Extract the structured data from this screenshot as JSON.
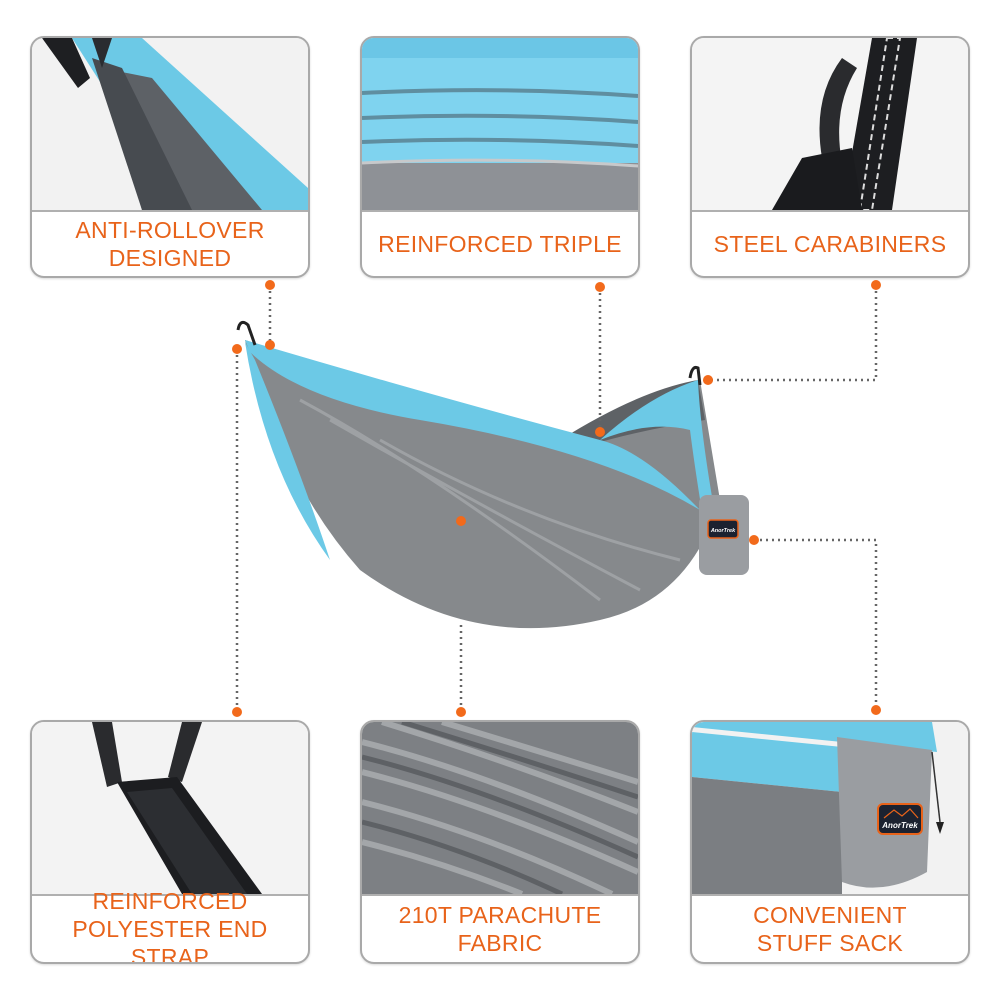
{
  "features": [
    {
      "label_line1": "ANTI-ROLLOVER",
      "label_line2": "DESIGNED"
    },
    {
      "label_line1": "REINFORCED TRIPLE",
      "label_line2": ""
    },
    {
      "label_line1": "STEEL CARABINERS",
      "label_line2": ""
    },
    {
      "label_line1": "REINFORCED",
      "label_line2": "POLYESTER END STRAP"
    },
    {
      "label_line1": "210T PARACHUTE",
      "label_line2": "FABRIC"
    },
    {
      "label_line1": "CONVENIENT",
      "label_line2": "STUFF SACK"
    }
  ],
  "brand": "AnorTrek",
  "colors": {
    "accent": "#e8631a",
    "sky_blue": "#6cc9e6",
    "grey_fabric": "#8a8c8f",
    "border": "#a9a9a9"
  }
}
